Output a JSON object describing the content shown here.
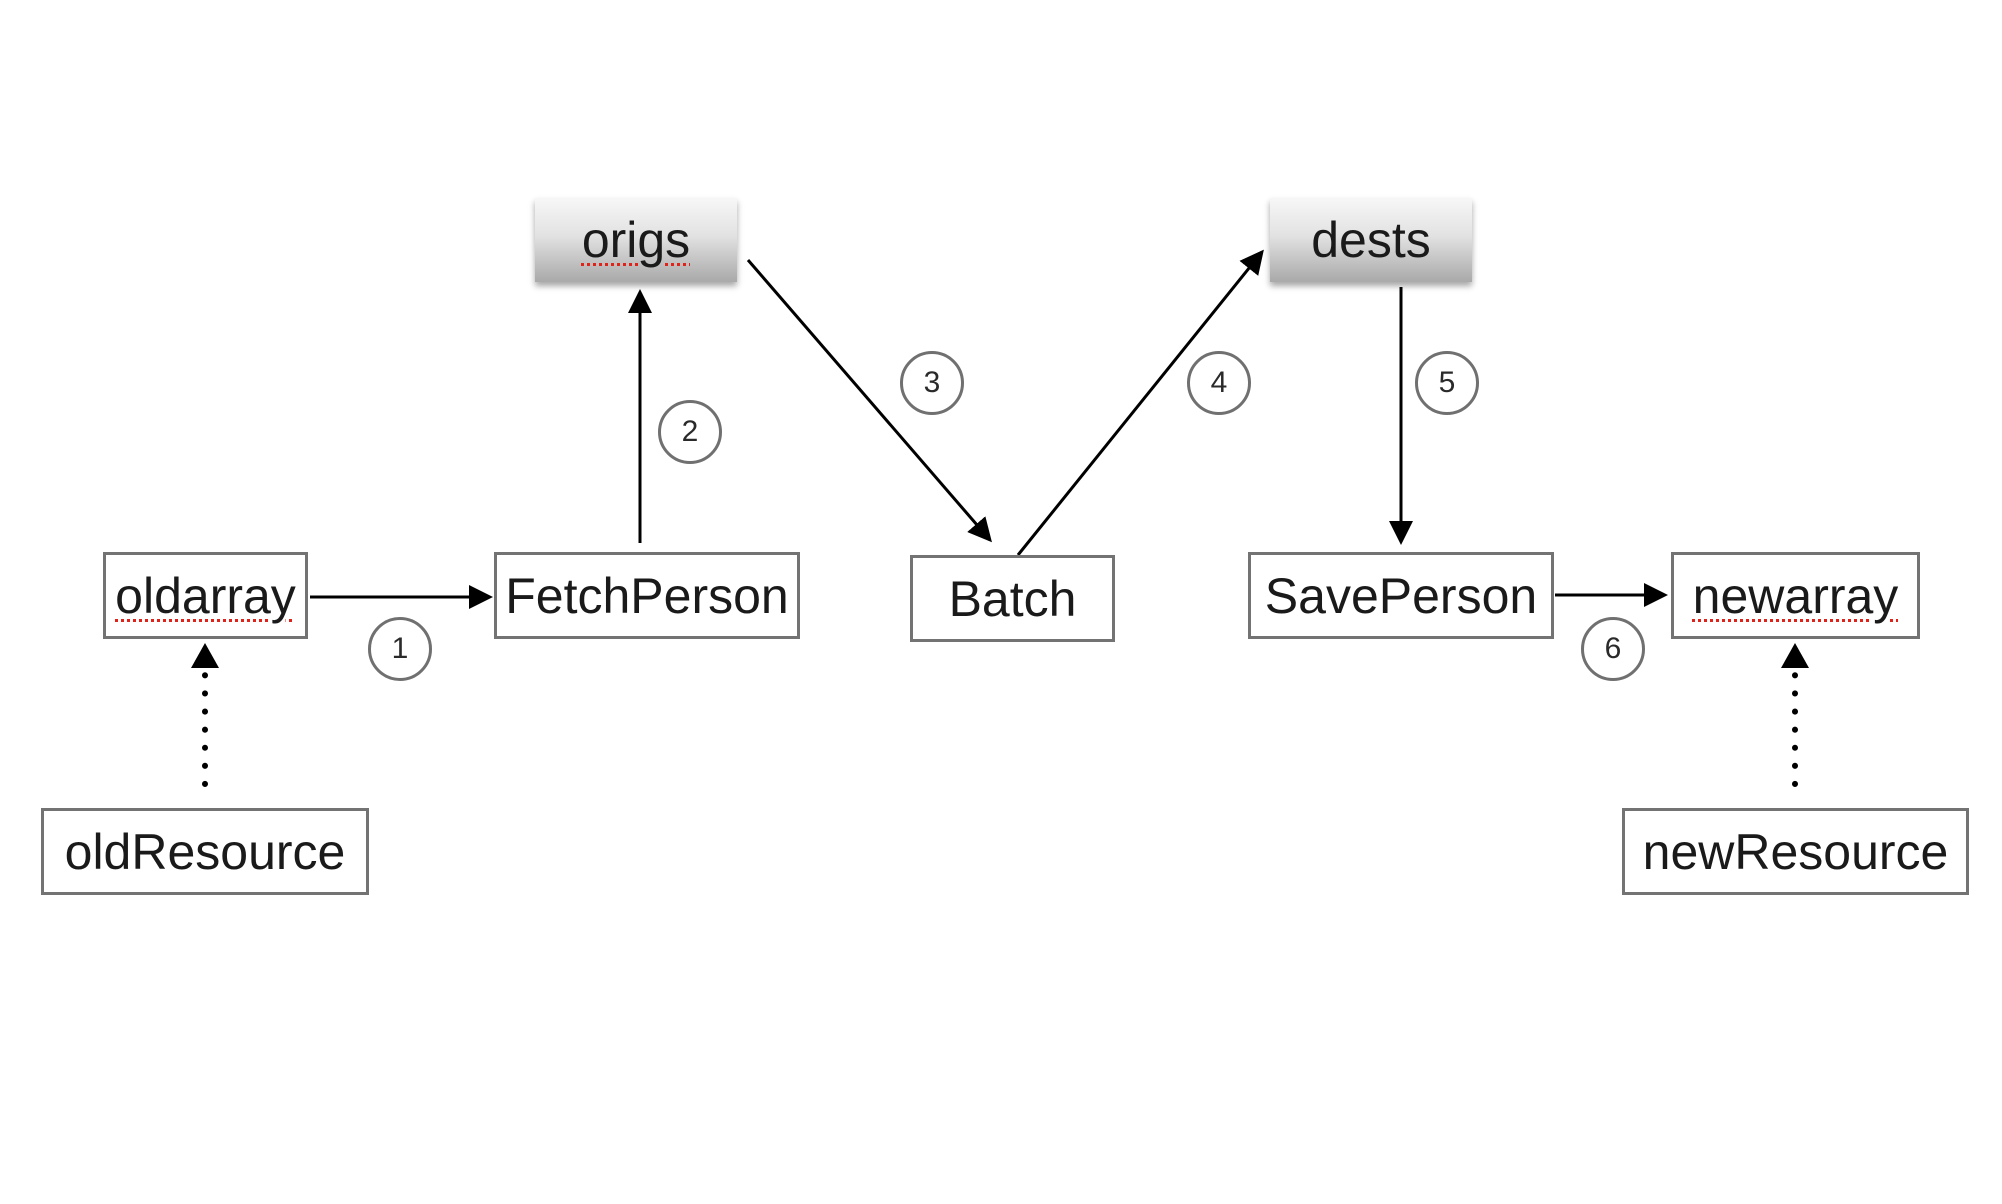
{
  "stores": {
    "origs": "origs",
    "dests": "dests"
  },
  "nodes": {
    "oldarray": "oldarray",
    "fetch_person": "FetchPerson",
    "batch": "Batch",
    "save_person": "SavePerson",
    "newarray": "newarray",
    "old_resource": "oldResource",
    "new_resource": "newResource"
  },
  "steps": [
    "1",
    "2",
    "3",
    "4",
    "5",
    "6"
  ],
  "colors": {
    "border": "#737373",
    "arrow": "#000000",
    "spellcheck_underline": "#e0231a"
  }
}
